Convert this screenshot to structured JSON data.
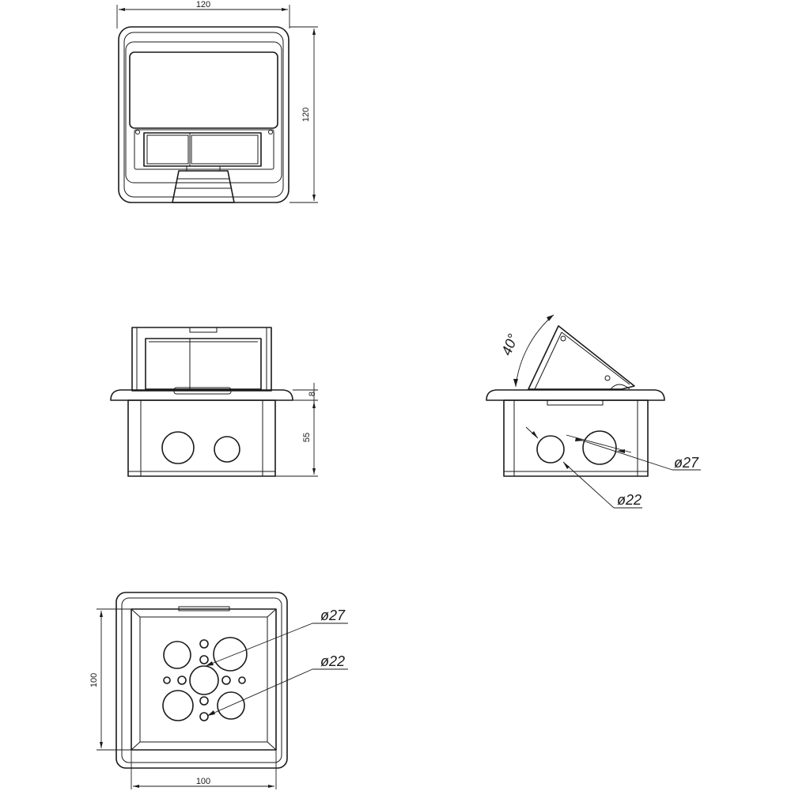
{
  "top_view": {
    "width_label": "120",
    "height_label": "120"
  },
  "front_view": {
    "flange_label": "8",
    "depth_label": "55"
  },
  "side_view": {
    "angle_label": "40°",
    "large_hole_label": "ø27",
    "small_hole_label": "ø22"
  },
  "bottom_view": {
    "large_hole_label": "ø27",
    "small_hole_label": "ø22",
    "width_label": "100",
    "height_label": "100"
  },
  "colors": {
    "line": "#1a1a1a",
    "background": "#ffffff"
  }
}
